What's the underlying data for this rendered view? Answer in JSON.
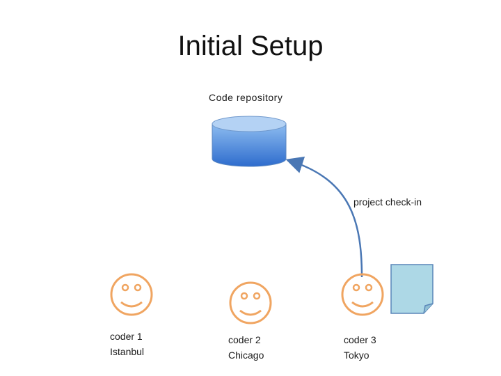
{
  "slide": {
    "title": "Initial Setup"
  },
  "repository": {
    "label": "Code repository"
  },
  "arrow": {
    "label": "project check-in"
  },
  "coders": [
    {
      "name": "coder 1",
      "city": "Istanbul"
    },
    {
      "name": "coder 2",
      "city": "Chicago"
    },
    {
      "name": "coder 3",
      "city": "Tokyo"
    }
  ],
  "colors": {
    "face": "#f0a561",
    "arrow": "#4a77b4",
    "repo_top": "#a8c8ef",
    "repo_body_light": "#7fb0ea",
    "repo_body_dark": "#2f6fd0",
    "document_fill": "#add8e6",
    "document_stroke": "#5a86b9"
  }
}
